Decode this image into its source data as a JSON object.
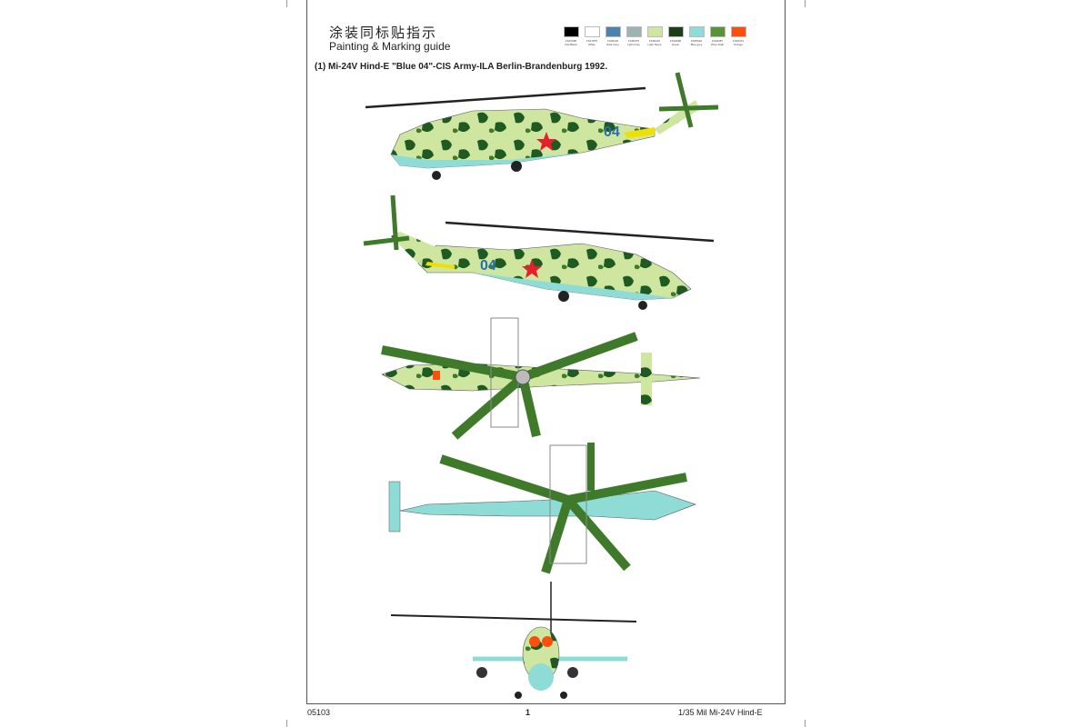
{
  "header": {
    "title_cn": "涂装同标贴指示",
    "title_en": "Painting & Marking guide",
    "scheme_title": "(1) Mi-24V Hind-E \"Blue 04\"-CIS Army-ILA Berlin-Brandenburg 1992."
  },
  "colors": [
    {
      "code": "FS37038",
      "name": "Flat Black",
      "hex": "#000000"
    },
    {
      "code": "FS17875",
      "name": "White",
      "hex": "#ffffff"
    },
    {
      "code": "FS36118",
      "name": "Dark Grey",
      "hex": "#4e82ad"
    },
    {
      "code": "FS36375",
      "name": "Light Grey",
      "hex": "#9fb3b5"
    },
    {
      "code": "FS36415",
      "name": "Light Stone",
      "hex": "#cfe6a0"
    },
    {
      "code": "FS34098",
      "name": "Green",
      "hex": "#1f3d16"
    },
    {
      "code": "FS35622",
      "name": "Blue grey",
      "hex": "#8fdcd6"
    },
    {
      "code": "FS34087",
      "name": "Olive Drab",
      "hex": "#5b9235"
    },
    {
      "code": "FS32473",
      "name": "Orange",
      "hex": "#fb4f0e"
    }
  ],
  "markings": {
    "tail_number": "04"
  },
  "footer": {
    "kit_number": "05103",
    "page": "1",
    "kit_name": "1/35  Mil Mi-24V Hind-E"
  }
}
